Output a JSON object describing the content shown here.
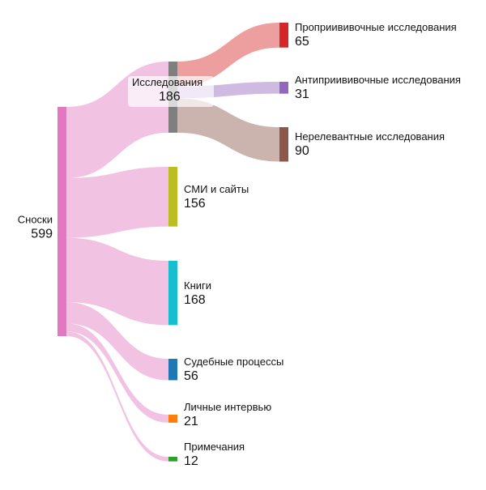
{
  "chart_data": {
    "type": "sankey",
    "nodes": [
      {
        "id": "footnotes",
        "name": "Сноски",
        "value": 599,
        "color": "#e377c2"
      },
      {
        "id": "research",
        "name": "Исследования",
        "value": 186,
        "color": "#7f7f7f"
      },
      {
        "id": "media",
        "name": "СМИ и сайты",
        "value": 156,
        "color": "#bcbd22"
      },
      {
        "id": "books",
        "name": "Книги",
        "value": 168,
        "color": "#17becf"
      },
      {
        "id": "court",
        "name": "Судебные процессы",
        "value": 56,
        "color": "#1f77b4"
      },
      {
        "id": "interviews",
        "name": "Личные интервью",
        "value": 21,
        "color": "#ff7f0e"
      },
      {
        "id": "notes",
        "name": "Примечания",
        "value": 12,
        "color": "#2ca02c"
      },
      {
        "id": "pro",
        "name": "Проприививочные исследования",
        "value": 65,
        "color": "#d62728"
      },
      {
        "id": "anti",
        "name": "Антиприививочные исследования",
        "value": 31,
        "color": "#9467bd"
      },
      {
        "id": "irrelevant",
        "name": "Нерелевантные исследования",
        "value": 90,
        "color": "#8c564b"
      }
    ],
    "links": [
      {
        "source": "footnotes",
        "target": "research",
        "value": 186
      },
      {
        "source": "footnotes",
        "target": "media",
        "value": 156
      },
      {
        "source": "footnotes",
        "target": "books",
        "value": 168
      },
      {
        "source": "footnotes",
        "target": "court",
        "value": 56
      },
      {
        "source": "footnotes",
        "target": "interviews",
        "value": 21
      },
      {
        "source": "footnotes",
        "target": "notes",
        "value": 12
      },
      {
        "source": "research",
        "target": "pro",
        "value": 65
      },
      {
        "source": "research",
        "target": "anti",
        "value": 31
      },
      {
        "source": "research",
        "target": "irrelevant",
        "value": 90
      }
    ]
  }
}
